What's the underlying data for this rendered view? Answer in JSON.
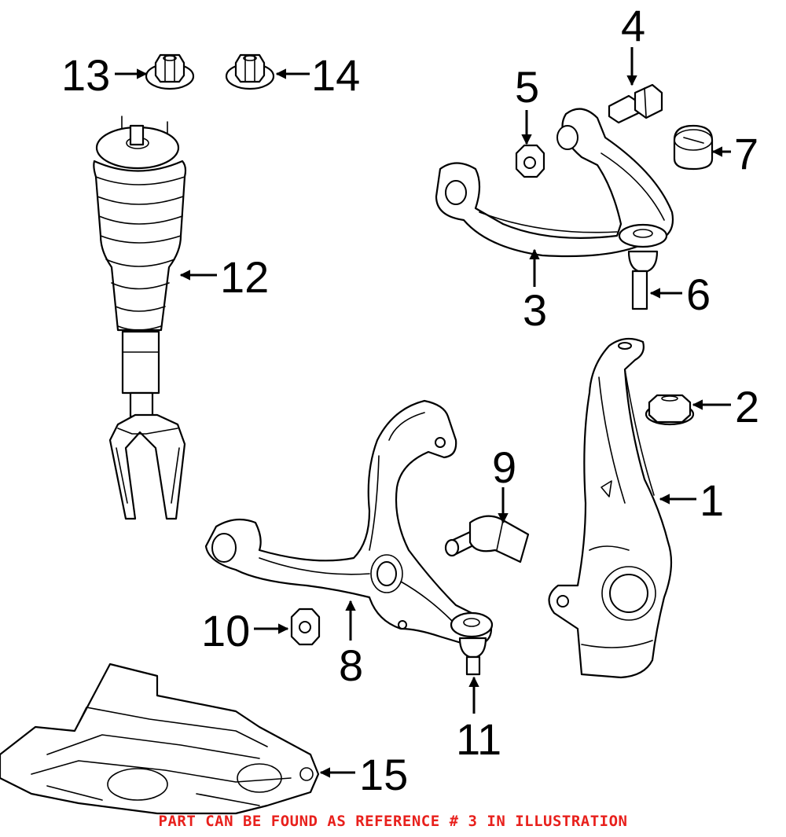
{
  "diagram": {
    "callouts": {
      "c1": "1",
      "c2": "2",
      "c3": "3",
      "c4": "4",
      "c5": "5",
      "c6": "6",
      "c7": "7",
      "c8": "8",
      "c9": "9",
      "c10": "10",
      "c11": "11",
      "c12": "12",
      "c13": "13",
      "c14": "14",
      "c15": "15"
    },
    "footnote": "PART CAN BE FOUND AS REFERENCE # 3 IN ILLUSTRATION",
    "colors": {
      "line": "#000000",
      "background": "#ffffff",
      "footnote": "#e8201c"
    }
  }
}
